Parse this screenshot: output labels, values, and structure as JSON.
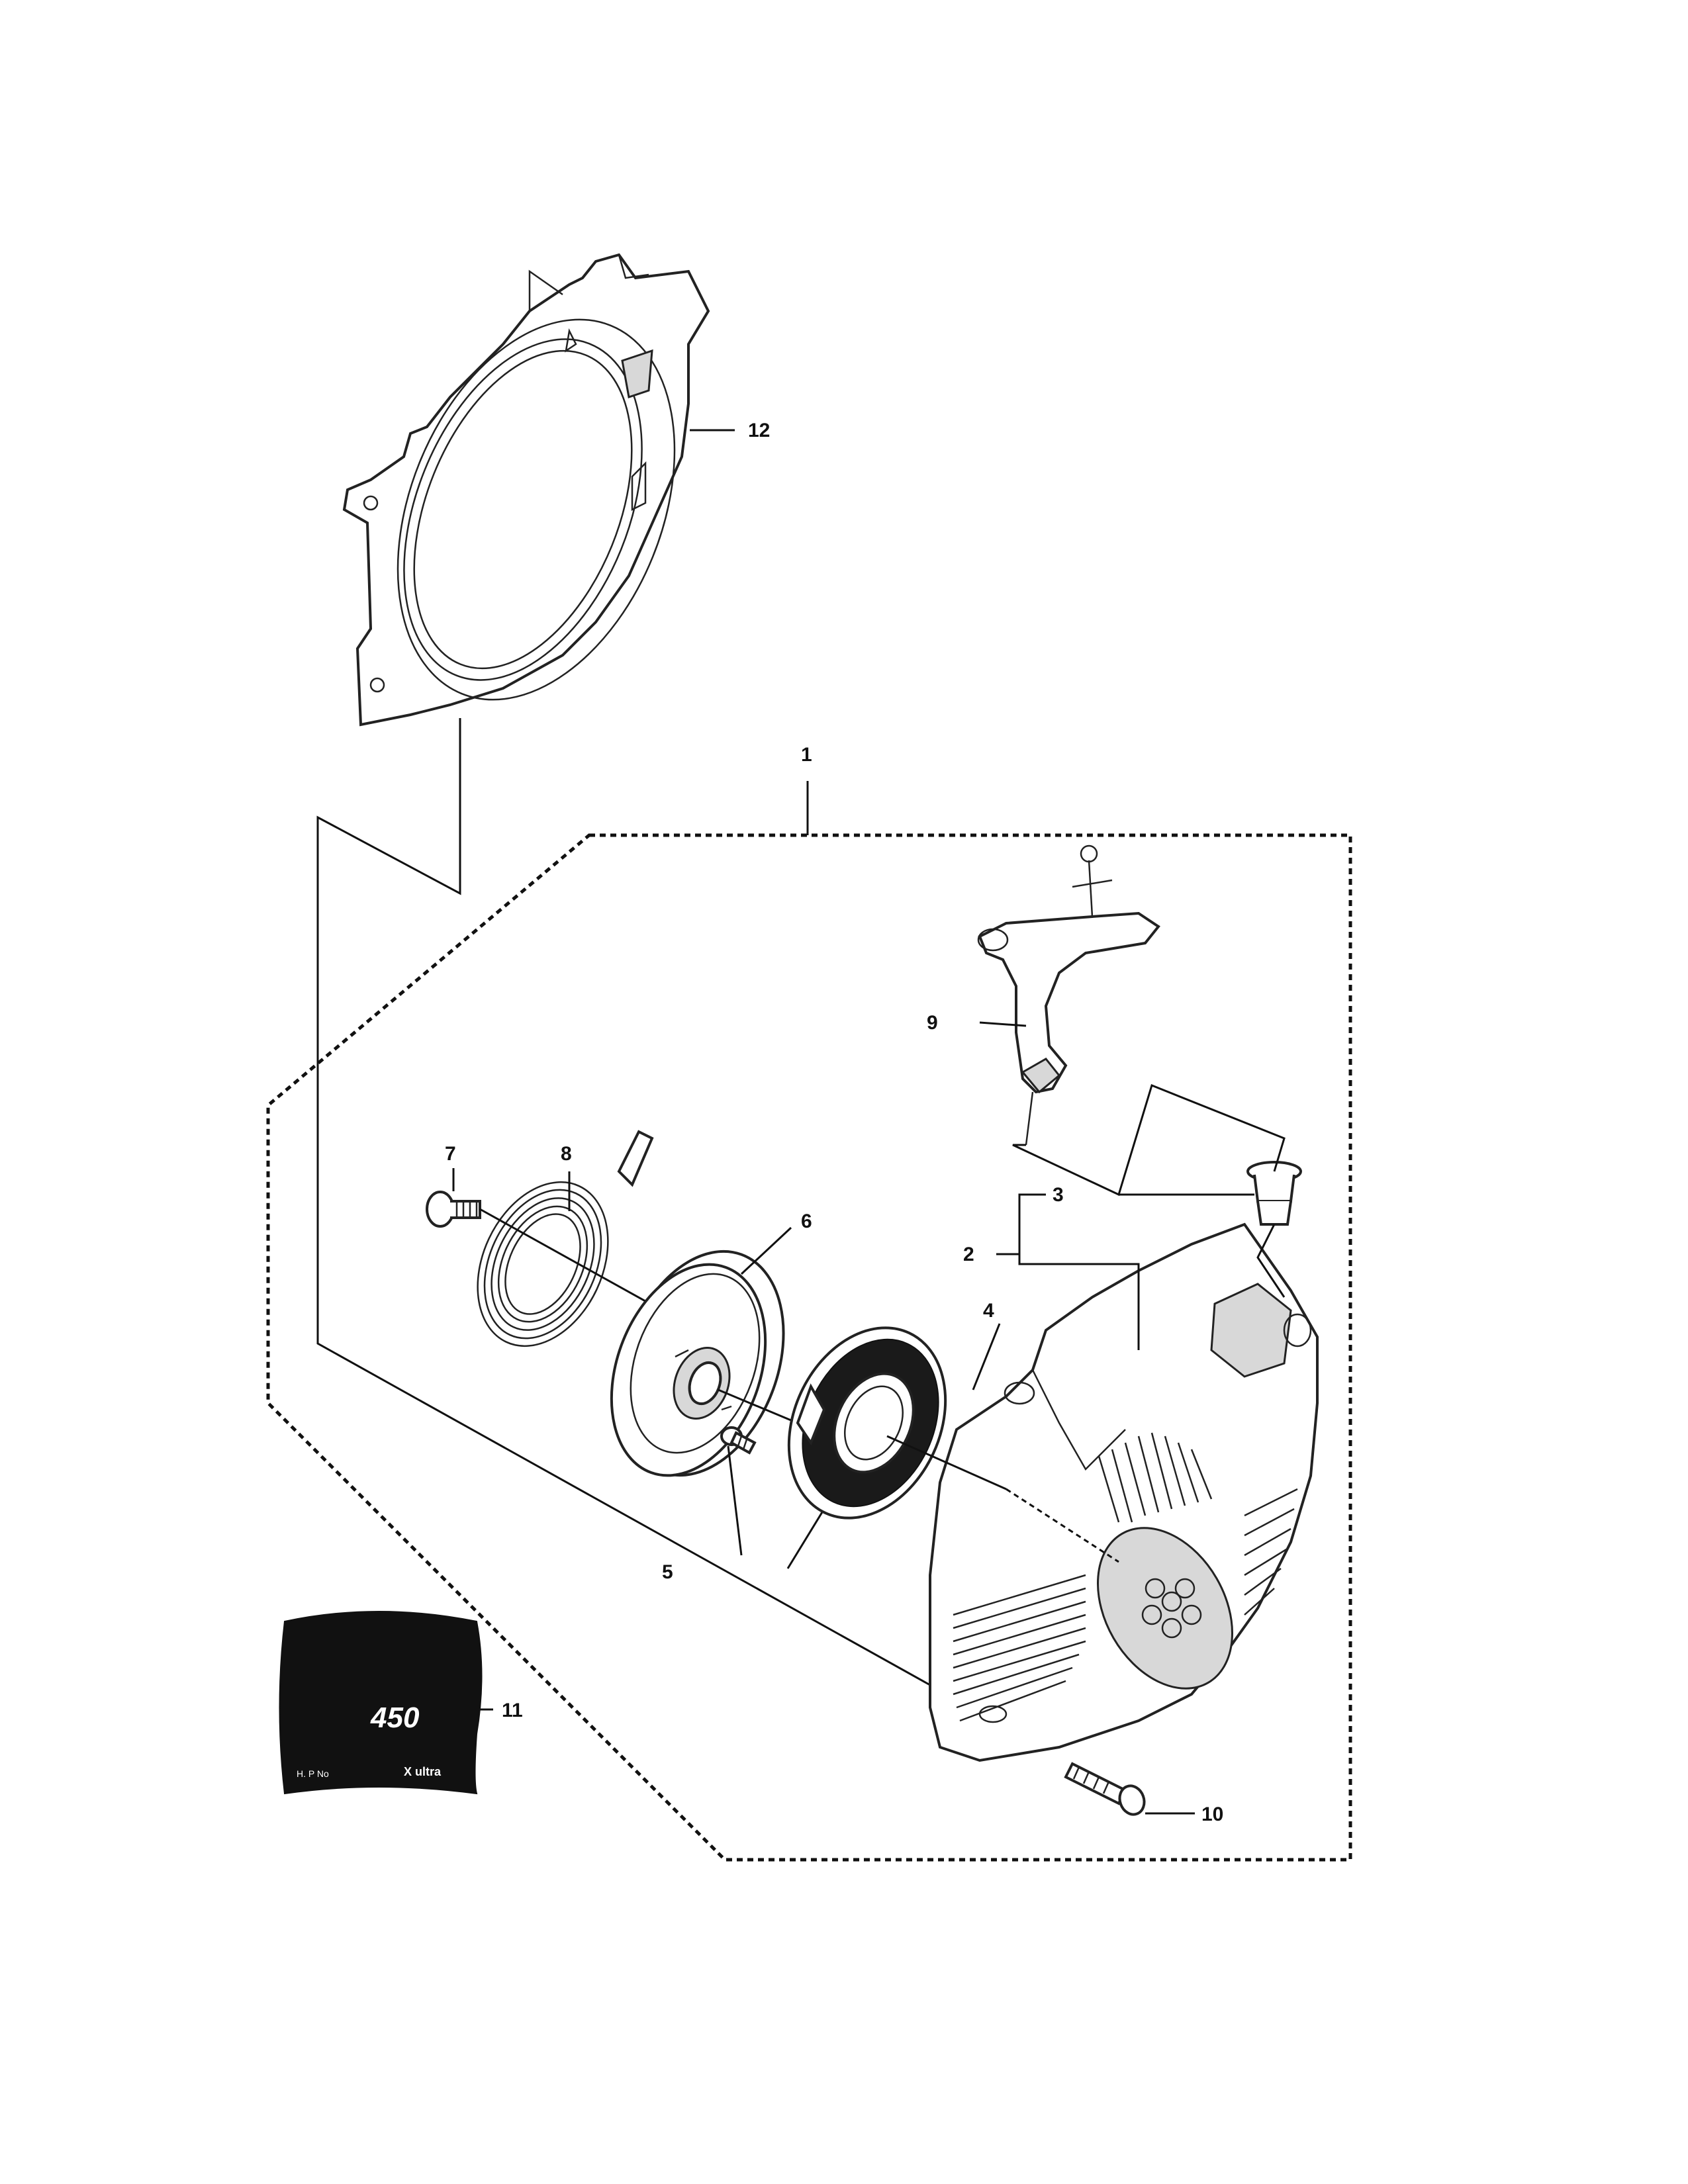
{
  "header_text": "",
  "callouts": {
    "c1": "1",
    "c2": "2",
    "c3": "3",
    "c4": "4",
    "c5": "5",
    "c6": "6",
    "c7": "7",
    "c8": "8",
    "c9": "9",
    "c10": "10",
    "c11": "11",
    "c12": "12"
  },
  "decal": {
    "model_text": "450",
    "small_left": "H. P No",
    "small_right": "X ultra"
  },
  "colors": {
    "line": "#222222",
    "decal_fill": "#111111",
    "background": "#ffffff"
  }
}
